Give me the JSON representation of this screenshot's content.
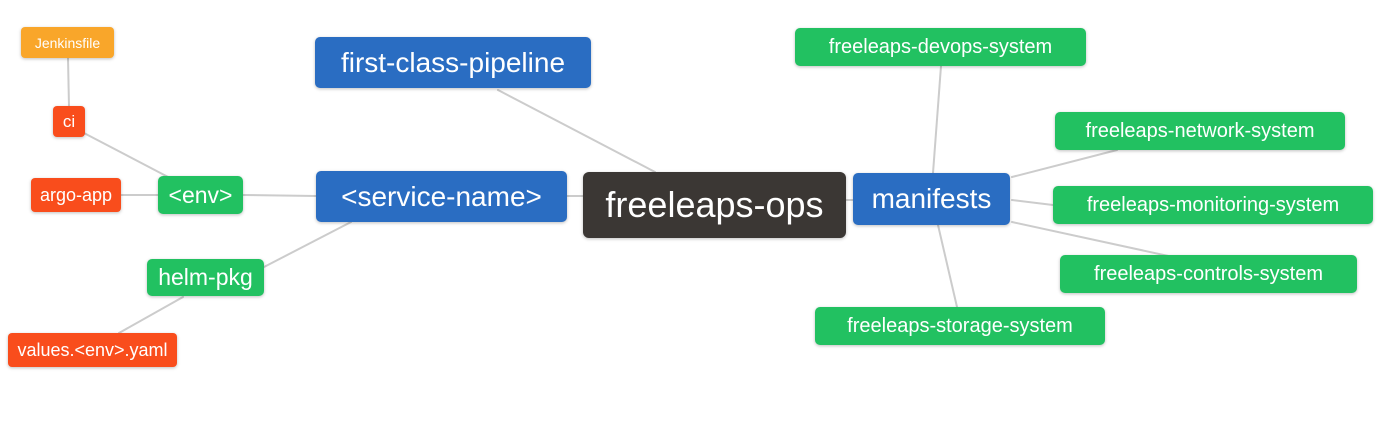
{
  "diagram": {
    "title": "freeleaps-ops repository mind map",
    "palette": {
      "blue": "#2a6dc2",
      "green": "#22c161",
      "red": "#f94d1c",
      "orange": "#f9a62a",
      "dark": "#3b3734",
      "edge_line": "#cccccc",
      "node_text": "#ffffff",
      "background": "#ffffff"
    },
    "nodes": [
      {
        "id": "jenkinsfile",
        "label": "Jenkinsfile",
        "color": "orange"
      },
      {
        "id": "ci",
        "label": "ci",
        "color": "red"
      },
      {
        "id": "argo-app",
        "label": "argo-app",
        "color": "red"
      },
      {
        "id": "env",
        "label": "<env>",
        "color": "green"
      },
      {
        "id": "helm-pkg",
        "label": "helm-pkg",
        "color": "green"
      },
      {
        "id": "values-env-yaml",
        "label": "values.<env>.yaml",
        "color": "red"
      },
      {
        "id": "first-class-pipeline",
        "label": "first-class-pipeline",
        "color": "blue"
      },
      {
        "id": "service-name",
        "label": "<service-name>",
        "color": "blue"
      },
      {
        "id": "freeleaps-ops",
        "label": "freeleaps-ops",
        "color": "dark"
      },
      {
        "id": "manifests",
        "label": "manifests",
        "color": "blue"
      },
      {
        "id": "freeleaps-devops-system",
        "label": "freeleaps-devops-system",
        "color": "green"
      },
      {
        "id": "freeleaps-network-system",
        "label": "freeleaps-network-system",
        "color": "green"
      },
      {
        "id": "freeleaps-monitoring-system",
        "label": "freeleaps-monitoring-system",
        "color": "green"
      },
      {
        "id": "freeleaps-controls-system",
        "label": "freeleaps-controls-system",
        "color": "green"
      },
      {
        "id": "freeleaps-storage-system",
        "label": "freeleaps-storage-system",
        "color": "green"
      }
    ],
    "edges": [
      {
        "from": "jenkinsfile",
        "to": "ci"
      },
      {
        "from": "ci",
        "to": "env"
      },
      {
        "from": "argo-app",
        "to": "env"
      },
      {
        "from": "env",
        "to": "service-name"
      },
      {
        "from": "helm-pkg",
        "to": "service-name"
      },
      {
        "from": "values-env-yaml",
        "to": "helm-pkg"
      },
      {
        "from": "first-class-pipeline",
        "to": "freeleaps-ops"
      },
      {
        "from": "service-name",
        "to": "freeleaps-ops"
      },
      {
        "from": "freeleaps-ops",
        "to": "manifests"
      },
      {
        "from": "freeleaps-devops-system",
        "to": "manifests"
      },
      {
        "from": "manifests",
        "to": "freeleaps-network-system"
      },
      {
        "from": "manifests",
        "to": "freeleaps-monitoring-system"
      },
      {
        "from": "manifests",
        "to": "freeleaps-controls-system"
      },
      {
        "from": "manifests",
        "to": "freeleaps-storage-system"
      }
    ]
  }
}
